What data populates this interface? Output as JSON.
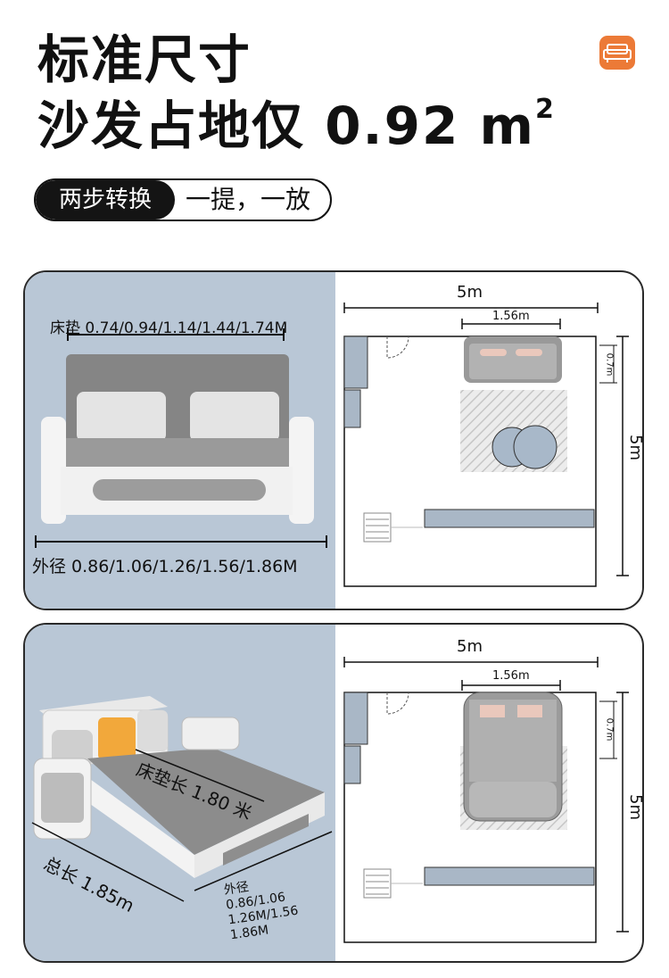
{
  "header": {
    "title_line1": "标准尺寸",
    "title_line2": "沙发占地仅 0.92 m",
    "title_sup": "2",
    "brand_icon": "sofa-icon",
    "accent_color": "#ec7a37"
  },
  "badge": {
    "left": "两步转换",
    "right": "一提，一放"
  },
  "panel1": {
    "mattress_label": "床垫 0.74/0.94/1.14/1.44/1.74M",
    "outer_label": "外径 0.86/1.06/1.26/1.56/1.86M",
    "room_width": "5m",
    "sofa_width": "1.56m",
    "sofa_depth": "0.7m",
    "room_height": "5m"
  },
  "panel2": {
    "mattress_length": "床垫长 1.80 米",
    "total_length": "总长 1.85m",
    "outer_label_lines": [
      "外径",
      "0.86/1.06",
      "1.26M/1.56",
      "1.86M"
    ],
    "room_width": "5m",
    "sofa_width": "1.56m",
    "sofa_depth": "0.7m",
    "room_height": "5m"
  },
  "colors": {
    "panel_blue": "#b9c7d6",
    "sofa_gray": "#8e8e8e",
    "floor_fill": "#9fb0c4",
    "dark": "#141414"
  }
}
